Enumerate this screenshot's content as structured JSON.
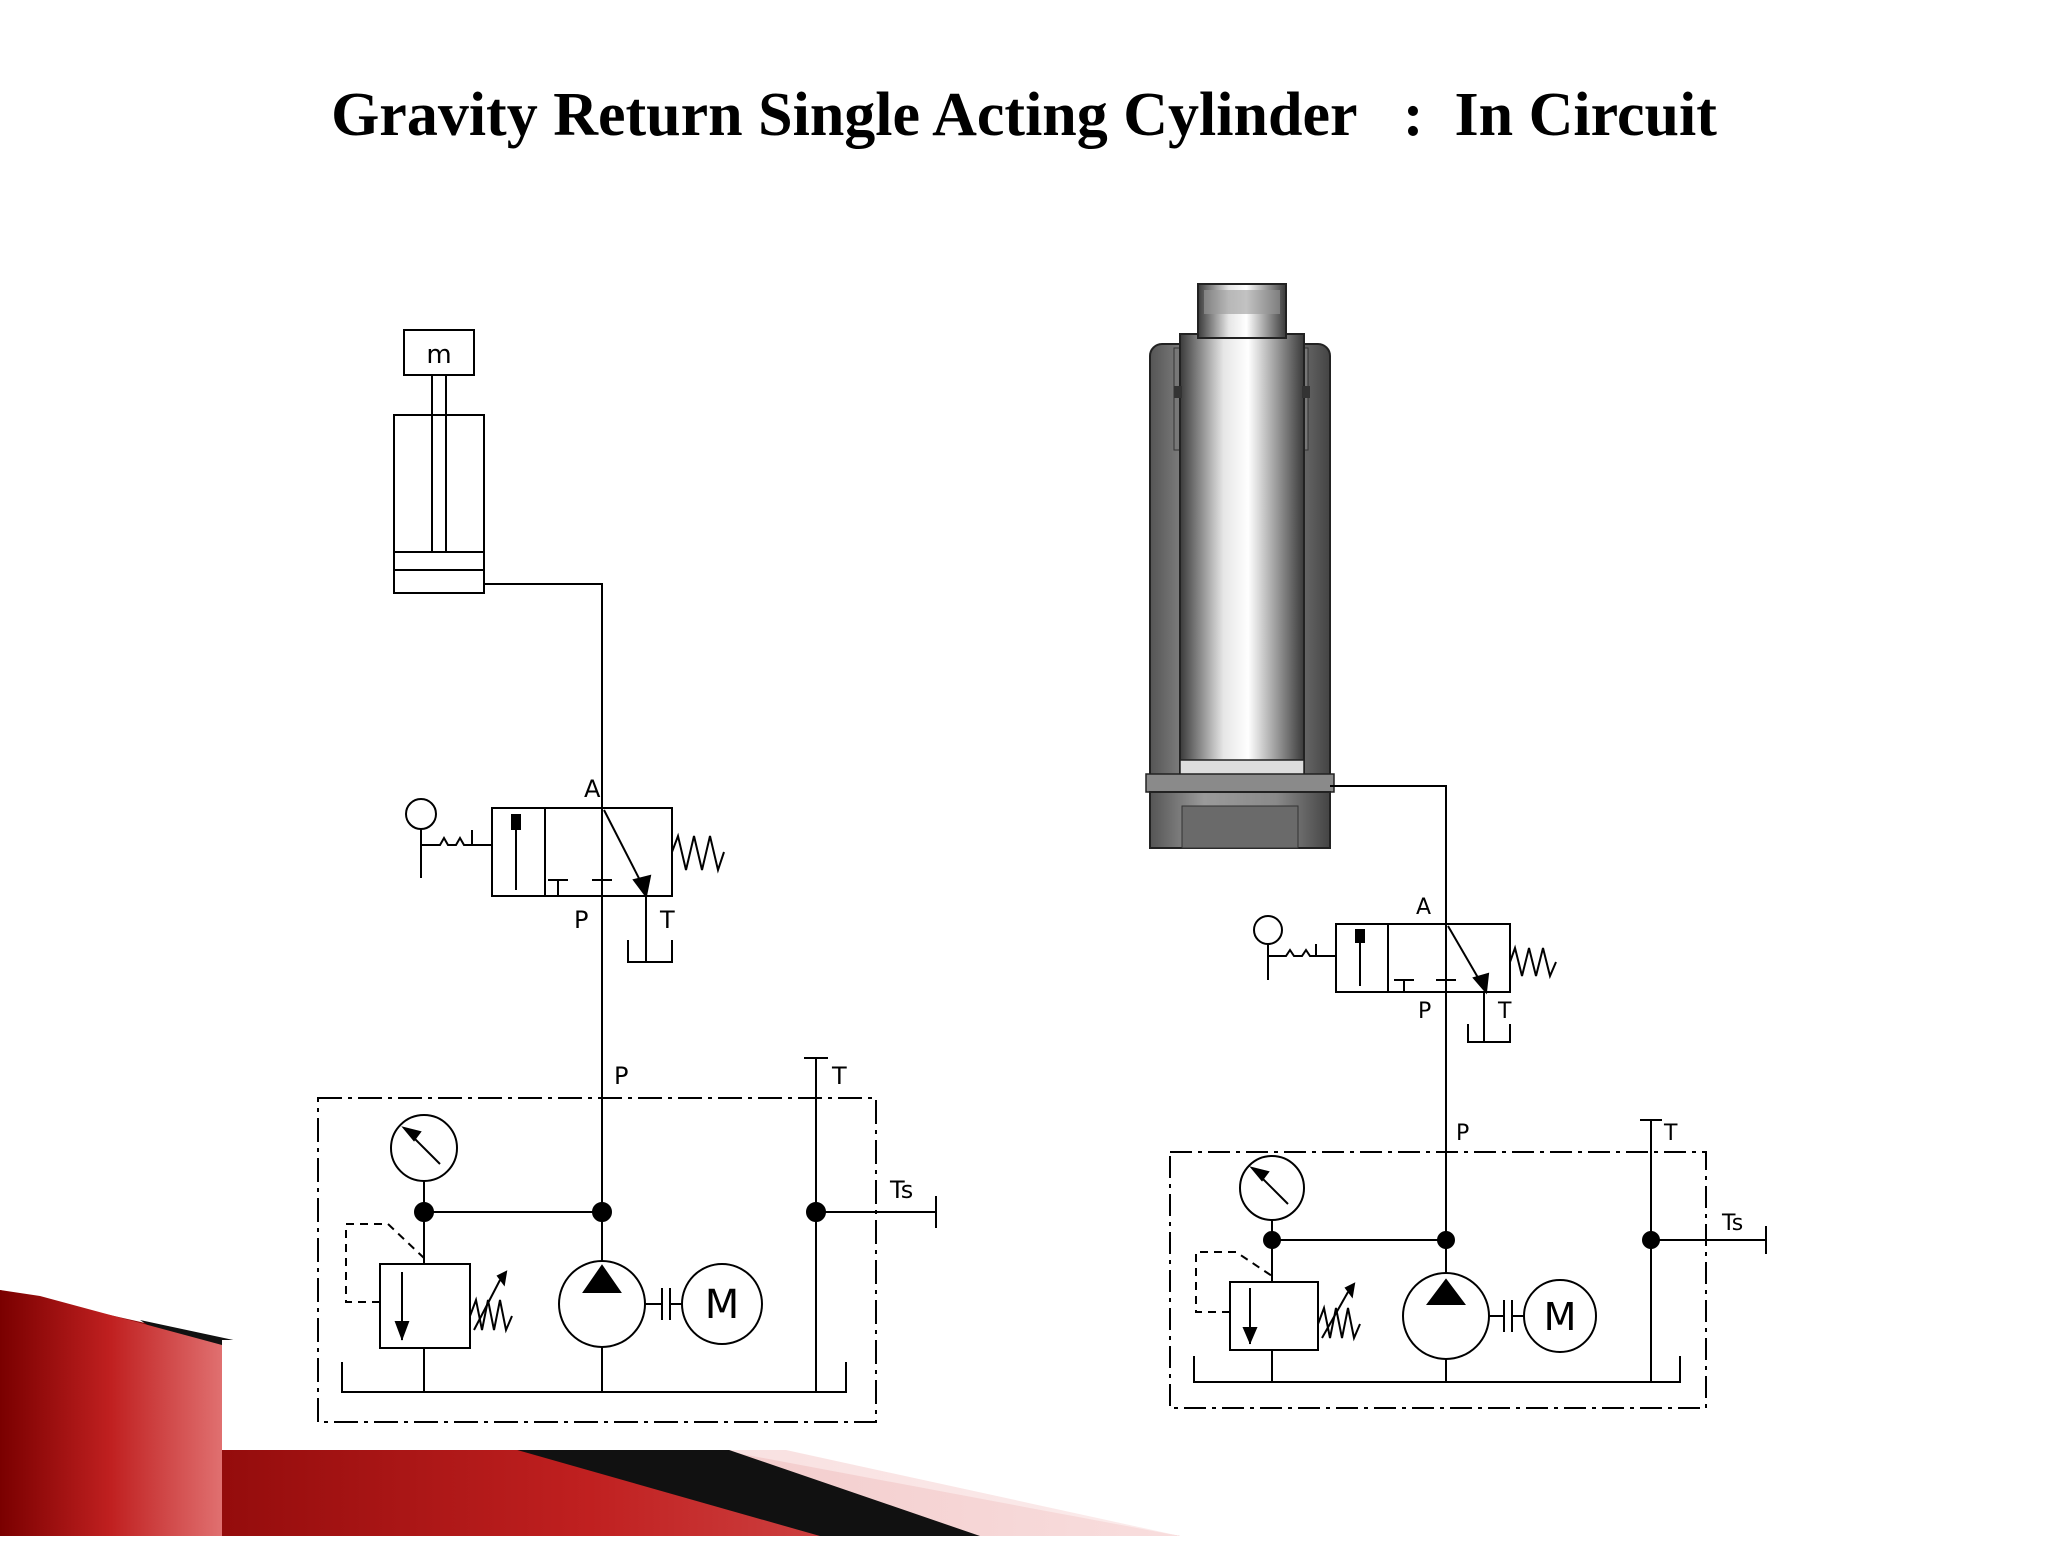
{
  "slide": {
    "title": "Gravity Return Single Acting Cylinder   :  In Circuit",
    "accent_color": "#b01010"
  },
  "left_circuit": {
    "mass_label": "m",
    "valve_port_a": "A",
    "valve_port_p": "P",
    "valve_port_t": "T",
    "supply_port_p": "P",
    "supply_port_t": "T",
    "supply_port_ts": "Ts",
    "motor_label": "M"
  },
  "right_circuit": {
    "valve_port_a": "A",
    "valve_port_p": "P",
    "valve_port_t": "T",
    "supply_port_p": "P",
    "supply_port_t": "T",
    "supply_port_ts": "Ts",
    "motor_label": "M"
  }
}
